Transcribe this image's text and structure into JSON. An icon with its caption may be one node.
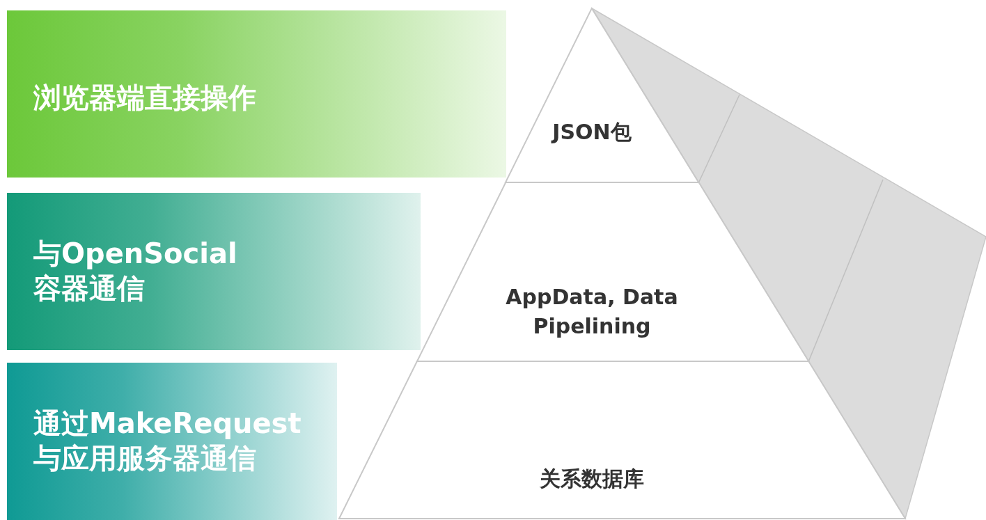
{
  "diagram": {
    "nodes": [
      {
        "text": [
          "浏览器端直接操作"
        ]
      },
      {
        "text": [
          "与OpenSocial 容器通信"
        ]
      },
      {
        "text": [
          "通过MakeRequest 与应用服务器通信"
        ]
      },
      {
        "text": [
          "JSON包"
        ]
      },
      {
        "text": [
          "AppData, Data Pipelining"
        ]
      },
      {
        "text": [
          "关系数据库"
        ]
      }
    ]
  }
}
